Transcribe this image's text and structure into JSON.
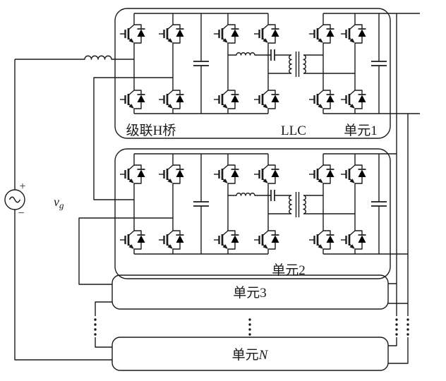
{
  "source": {
    "plus": "+",
    "minus": "−",
    "v": "v",
    "sub": "g"
  },
  "unit1": {
    "bridge_label": "级联H桥",
    "llc_label": "LLC",
    "name": "单元1"
  },
  "unit2": {
    "name": "单元2"
  },
  "unit3": {
    "name": "单元3"
  },
  "unitN": {
    "prefix": "单元",
    "n": "N"
  },
  "colors": {
    "line": "#1a1a1a",
    "background": "#ffffff"
  }
}
